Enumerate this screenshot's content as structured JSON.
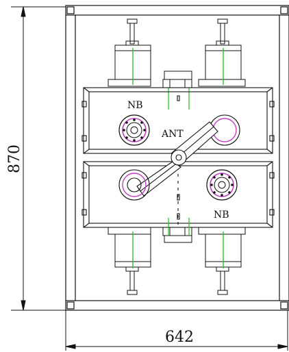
{
  "dimensions": {
    "height_label": "870",
    "width_label": "642"
  },
  "labels": {
    "nb_top": "NB",
    "ant": "ANT",
    "nb_bottom": "NB"
  },
  "colors": {
    "line": "#1a1a1a",
    "green": "#22bb22",
    "magenta": "#c040c0"
  }
}
